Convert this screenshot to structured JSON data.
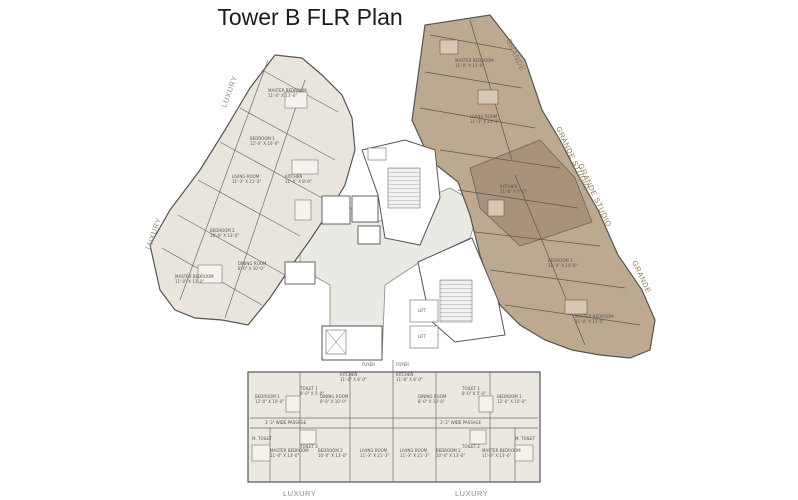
{
  "title": "Tower B FLR Plan",
  "wings": {
    "luxury": "LUXURY",
    "grande": "GRANDE",
    "grande_studio": "GRANDE STUDIO"
  },
  "rooms": {
    "master_bedroom": "MASTER BEDROOM",
    "bedroom1": "BEDROOM 1",
    "bedroom2": "BEDROOM 2",
    "toilet1": "TOILET 1",
    "toilet2": "TOILET 2",
    "m_toilet": "M. TOILET",
    "kitchen": "KITCHEN",
    "dining_room": "DINING ROOM",
    "living_room": "LIVING ROOM",
    "passage": "3'-3\" WIDE PASSAGE",
    "foyer": "FOYER",
    "lift": "LIFT"
  },
  "dims": {
    "mbr": "11'-0\" X 13'-0\"",
    "br1": "12'-0\" X 10'-0\"",
    "br2": "10'-0\" X 13'-0\"",
    "kit": "11'-6\" X 8'-0\"",
    "din": "8'-0\" X 10'-0\"",
    "liv": "11'-3\" X 21'-3\"",
    "tlt": "8'-0\" X 5'-0\""
  }
}
